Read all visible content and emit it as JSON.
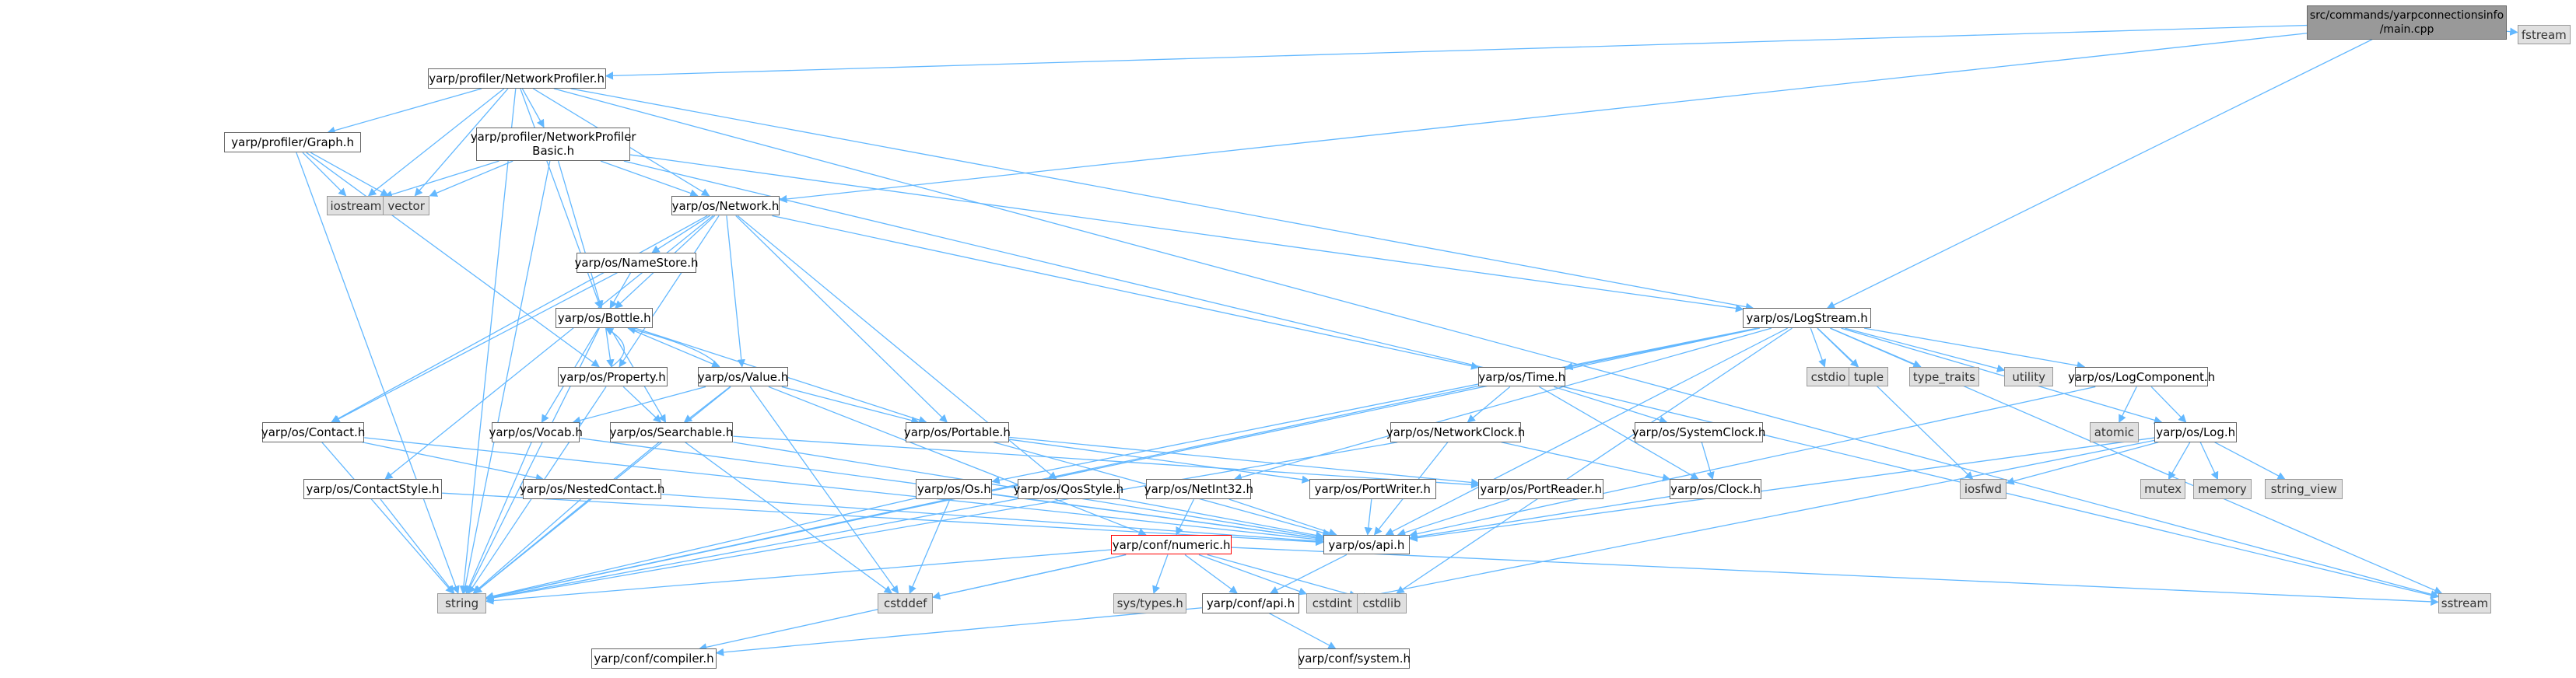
{
  "colors": {
    "edge": "#63b8ff",
    "root_fill": "#999999",
    "ext_fill": "#e0e0e0",
    "warn_border": "#ff0000"
  },
  "nodes": [
    {
      "id": "root",
      "label": "src/commands/yarpconnectionsinfo\n/main.cpp",
      "kind": "root"
    },
    {
      "id": "fstream",
      "label": "fstream",
      "kind": "ext"
    },
    {
      "id": "netprof",
      "label": "yarp/profiler/NetworkProfiler.h",
      "kind": "file"
    },
    {
      "id": "graph",
      "label": "yarp/profiler/Graph.h",
      "kind": "file"
    },
    {
      "id": "netprofbasic",
      "label": "yarp/profiler/NetworkProfiler\nBasic.h",
      "kind": "file"
    },
    {
      "id": "iostream",
      "label": "iostream",
      "kind": "ext"
    },
    {
      "id": "vector",
      "label": "vector",
      "kind": "ext"
    },
    {
      "id": "network",
      "label": "yarp/os/Network.h",
      "kind": "file"
    },
    {
      "id": "namestore",
      "label": "yarp/os/NameStore.h",
      "kind": "file"
    },
    {
      "id": "bottle",
      "label": "yarp/os/Bottle.h",
      "kind": "file"
    },
    {
      "id": "property",
      "label": "yarp/os/Property.h",
      "kind": "file"
    },
    {
      "id": "value",
      "label": "yarp/os/Value.h",
      "kind": "file"
    },
    {
      "id": "contact",
      "label": "yarp/os/Contact.h",
      "kind": "file"
    },
    {
      "id": "vocab",
      "label": "yarp/os/Vocab.h",
      "kind": "file"
    },
    {
      "id": "searchable",
      "label": "yarp/os/Searchable.h",
      "kind": "file"
    },
    {
      "id": "portable",
      "label": "yarp/os/Portable.h",
      "kind": "file"
    },
    {
      "id": "contactstyle",
      "label": "yarp/os/ContactStyle.h",
      "kind": "file"
    },
    {
      "id": "nestedcontact",
      "label": "yarp/os/NestedContact.h",
      "kind": "file"
    },
    {
      "id": "os",
      "label": "yarp/os/Os.h",
      "kind": "file"
    },
    {
      "id": "qosstyle",
      "label": "yarp/os/QosStyle.h",
      "kind": "file"
    },
    {
      "id": "netint32",
      "label": "yarp/os/NetInt32.h",
      "kind": "file"
    },
    {
      "id": "portwriter",
      "label": "yarp/os/PortWriter.h",
      "kind": "file"
    },
    {
      "id": "portreader",
      "label": "yarp/os/PortReader.h",
      "kind": "file"
    },
    {
      "id": "apih",
      "label": "yarp/os/api.h",
      "kind": "file"
    },
    {
      "id": "numeric",
      "label": "yarp/conf/numeric.h",
      "kind": "warn"
    },
    {
      "id": "string",
      "label": "string",
      "kind": "ext"
    },
    {
      "id": "cstddef",
      "label": "cstddef",
      "kind": "ext"
    },
    {
      "id": "systypes",
      "label": "sys/types.h",
      "kind": "ext"
    },
    {
      "id": "cstdint",
      "label": "cstdint",
      "kind": "ext"
    },
    {
      "id": "cstdlib",
      "label": "cstdlib",
      "kind": "ext"
    },
    {
      "id": "sstream",
      "label": "sstream",
      "kind": "ext"
    },
    {
      "id": "confapi",
      "label": "yarp/conf/api.h",
      "kind": "file"
    },
    {
      "id": "compiler",
      "label": "yarp/conf/compiler.h",
      "kind": "file"
    },
    {
      "id": "system",
      "label": "yarp/conf/system.h",
      "kind": "file"
    },
    {
      "id": "logstream",
      "label": "yarp/os/LogStream.h",
      "kind": "file"
    },
    {
      "id": "time",
      "label": "yarp/os/Time.h",
      "kind": "file"
    },
    {
      "id": "networkclock",
      "label": "yarp/os/NetworkClock.h",
      "kind": "file"
    },
    {
      "id": "systemclock",
      "label": "yarp/os/SystemClock.h",
      "kind": "file"
    },
    {
      "id": "clock",
      "label": "yarp/os/Clock.h",
      "kind": "file"
    },
    {
      "id": "cstdio",
      "label": "cstdio",
      "kind": "ext"
    },
    {
      "id": "tuple",
      "label": "tuple",
      "kind": "ext"
    },
    {
      "id": "typetraits",
      "label": "type_traits",
      "kind": "ext"
    },
    {
      "id": "utility",
      "label": "utility",
      "kind": "ext"
    },
    {
      "id": "logcomponent",
      "label": "yarp/os/LogComponent.h",
      "kind": "file"
    },
    {
      "id": "atomic",
      "label": "atomic",
      "kind": "ext"
    },
    {
      "id": "log",
      "label": "yarp/os/Log.h",
      "kind": "file"
    },
    {
      "id": "iosfwd",
      "label": "iosfwd",
      "kind": "ext"
    },
    {
      "id": "mutex",
      "label": "mutex",
      "kind": "ext"
    },
    {
      "id": "memory",
      "label": "memory",
      "kind": "ext"
    },
    {
      "id": "stringview",
      "label": "string_view",
      "kind": "ext"
    }
  ],
  "edges": [
    [
      "root",
      "fstream"
    ],
    [
      "root",
      "netprof"
    ],
    [
      "root",
      "network"
    ],
    [
      "root",
      "logstream"
    ],
    [
      "netprof",
      "graph"
    ],
    [
      "netprof",
      "netprofbasic"
    ],
    [
      "netprof",
      "iostream"
    ],
    [
      "netprof",
      "vector"
    ],
    [
      "netprof",
      "network"
    ],
    [
      "netprof",
      "bottle"
    ],
    [
      "netprof",
      "logstream"
    ],
    [
      "netprof",
      "string"
    ],
    [
      "netprof",
      "sstream"
    ],
    [
      "graph",
      "iostream"
    ],
    [
      "graph",
      "vector"
    ],
    [
      "graph",
      "property"
    ],
    [
      "graph",
      "string"
    ],
    [
      "netprofbasic",
      "iostream"
    ],
    [
      "netprofbasic",
      "vector"
    ],
    [
      "netprofbasic",
      "network"
    ],
    [
      "netprofbasic",
      "bottle"
    ],
    [
      "netprofbasic",
      "logstream"
    ],
    [
      "netprofbasic",
      "string"
    ],
    [
      "netprofbasic",
      "sstream"
    ],
    [
      "network",
      "namestore"
    ],
    [
      "network",
      "bottle"
    ],
    [
      "network",
      "property"
    ],
    [
      "network",
      "value"
    ],
    [
      "network",
      "contact"
    ],
    [
      "network",
      "contactstyle"
    ],
    [
      "network",
      "portable"
    ],
    [
      "network",
      "qosstyle"
    ],
    [
      "network",
      "time"
    ],
    [
      "namestore",
      "bottle"
    ],
    [
      "namestore",
      "contact"
    ],
    [
      "bottle",
      "property"
    ],
    [
      "bottle",
      "value"
    ],
    [
      "bottle",
      "vocab"
    ],
    [
      "bottle",
      "searchable"
    ],
    [
      "bottle",
      "portable"
    ],
    [
      "bottle",
      "string"
    ],
    [
      "property",
      "bottle"
    ],
    [
      "property",
      "searchable"
    ],
    [
      "property",
      "string"
    ],
    [
      "value",
      "bottle"
    ],
    [
      "value",
      "vocab"
    ],
    [
      "value",
      "searchable"
    ],
    [
      "value",
      "portable"
    ],
    [
      "value",
      "cstddef"
    ],
    [
      "value",
      "numeric"
    ],
    [
      "value",
      "string"
    ],
    [
      "contact",
      "nestedcontact"
    ],
    [
      "contact",
      "apih"
    ],
    [
      "contact",
      "string"
    ],
    [
      "vocab",
      "apih"
    ],
    [
      "vocab",
      "string"
    ],
    [
      "searchable",
      "portreader"
    ],
    [
      "searchable",
      "cstddef"
    ],
    [
      "searchable",
      "string"
    ],
    [
      "searchable",
      "apih"
    ],
    [
      "portable",
      "portwriter"
    ],
    [
      "portable",
      "portreader"
    ],
    [
      "portable",
      "apih"
    ],
    [
      "contactstyle",
      "apih"
    ],
    [
      "contactstyle",
      "string"
    ],
    [
      "nestedcontact",
      "apih"
    ],
    [
      "nestedcontact",
      "string"
    ],
    [
      "os",
      "apih"
    ],
    [
      "os",
      "cstddef"
    ],
    [
      "os",
      "string"
    ],
    [
      "qosstyle",
      "apih"
    ],
    [
      "qosstyle",
      "string"
    ],
    [
      "netint32",
      "apih"
    ],
    [
      "netint32",
      "numeric"
    ],
    [
      "portwriter",
      "apih"
    ],
    [
      "portreader",
      "apih"
    ],
    [
      "apih",
      "confapi"
    ],
    [
      "numeric",
      "compiler"
    ],
    [
      "numeric",
      "confapi"
    ],
    [
      "numeric",
      "systypes"
    ],
    [
      "numeric",
      "cstddef"
    ],
    [
      "numeric",
      "cstdint"
    ],
    [
      "numeric",
      "cstdlib"
    ],
    [
      "numeric",
      "string"
    ],
    [
      "numeric",
      "sstream"
    ],
    [
      "confapi",
      "compiler"
    ],
    [
      "confapi",
      "system"
    ],
    [
      "logstream",
      "time"
    ],
    [
      "logstream",
      "apih"
    ],
    [
      "logstream",
      "os"
    ],
    [
      "logstream",
      "logcomponent"
    ],
    [
      "logstream",
      "log"
    ],
    [
      "logstream",
      "cstdio"
    ],
    [
      "logstream",
      "tuple"
    ],
    [
      "logstream",
      "typetraits"
    ],
    [
      "logstream",
      "utility"
    ],
    [
      "logstream",
      "string"
    ],
    [
      "logstream",
      "sstream"
    ],
    [
      "logstream",
      "iosfwd"
    ],
    [
      "logstream",
      "cstdlib"
    ],
    [
      "logstream",
      "netint32"
    ],
    [
      "time",
      "networkclock"
    ],
    [
      "time",
      "systemclock"
    ],
    [
      "time",
      "clock"
    ],
    [
      "time",
      "string"
    ],
    [
      "networkclock",
      "clock"
    ],
    [
      "networkclock",
      "apih"
    ],
    [
      "networkclock",
      "string"
    ],
    [
      "systemclock",
      "clock"
    ],
    [
      "clock",
      "apih"
    ],
    [
      "logcomponent",
      "atomic"
    ],
    [
      "logcomponent",
      "log"
    ],
    [
      "logcomponent",
      "apih"
    ],
    [
      "log",
      "iosfwd"
    ],
    [
      "log",
      "mutex"
    ],
    [
      "log",
      "memory"
    ],
    [
      "log",
      "stringview"
    ],
    [
      "log",
      "cstdint"
    ],
    [
      "log",
      "apih"
    ]
  ]
}
